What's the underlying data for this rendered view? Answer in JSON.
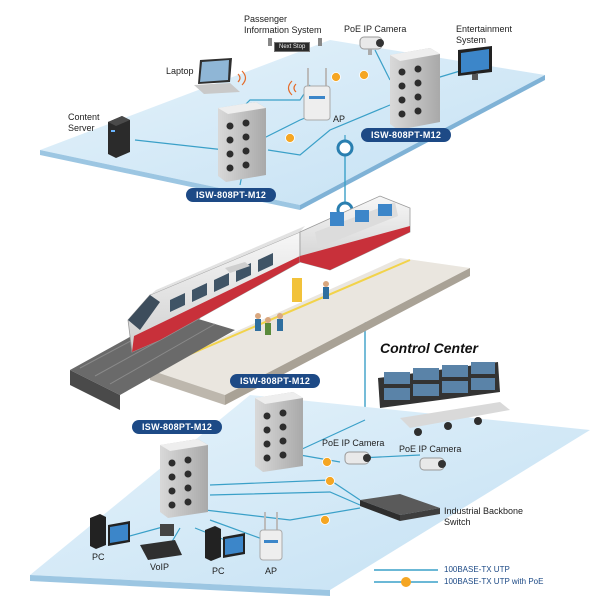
{
  "top_floor": {
    "labels": {
      "pis": [
        "Passenger",
        "Information System"
      ],
      "pis_sign": "Next Stop",
      "camera": "PoE IP Camera",
      "entertainment": [
        "Entertainment",
        "System"
      ],
      "laptop": "Laptop",
      "content_server": [
        "Content",
        "Server"
      ],
      "ap": "AP"
    },
    "switch_right": "ISW-808PT-M12",
    "switch_left": "ISW-808PT-M12"
  },
  "control_center": {
    "title": "Control Center",
    "switch_right": "ISW-808PT-M12",
    "switch_left": "ISW-808PT-M12",
    "labels": {
      "camera_left": "PoE IP Camera",
      "camera_right": "PoE IP Camera",
      "backbone": [
        "Industrial Backbone",
        "Switch"
      ],
      "pc_left": "PC",
      "voip": "VoIP",
      "pc_right": "PC",
      "ap": "AP"
    }
  },
  "legend": {
    "utp": "100BASE-TX UTP",
    "utp_poe": "100BASE-TX UTP with PoE",
    "poe_mark": "PoE"
  },
  "colors": {
    "floor": "#cfe6f7",
    "line": "#3aa0c8",
    "badge": "#1d4a86",
    "poe": "#f5a623",
    "train_red": "#c8303a"
  }
}
